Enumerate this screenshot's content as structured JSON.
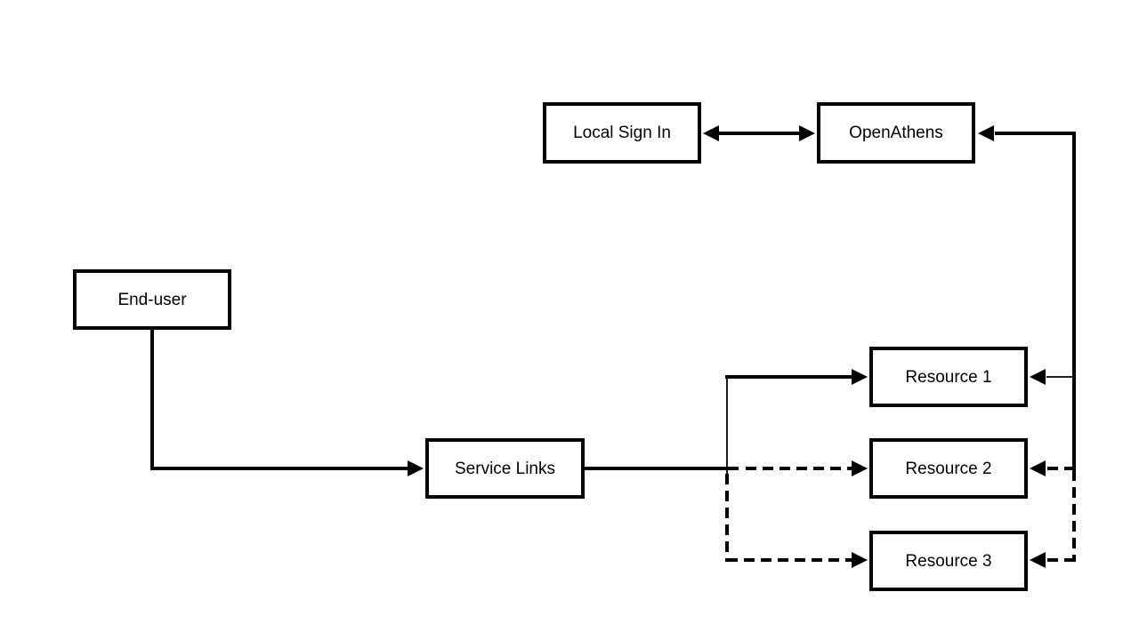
{
  "diagram": {
    "background_color": "#ffffff",
    "line_color": "#000000",
    "text_color": "#000000",
    "box_fill": "#ffffff",
    "box_border_color": "#000000"
  },
  "nodes": [
    {
      "id": "local-sign-in",
      "label": "Local Sign In"
    },
    {
      "id": "openathens",
      "label": "OpenAthens"
    },
    {
      "id": "end-user",
      "label": "End-user"
    },
    {
      "id": "service-links",
      "label": "Service Links"
    },
    {
      "id": "resource-1",
      "label": "Resource 1"
    },
    {
      "id": "resource-2",
      "label": "Resource 2"
    },
    {
      "id": "resource-3",
      "label": "Resource 3"
    }
  ],
  "edges": [
    {
      "from": "Local Sign In",
      "to": "OpenAthens",
      "style": "solid",
      "bidirectional": true
    },
    {
      "from": "End-user",
      "to": "Service Links",
      "style": "solid",
      "bidirectional": false
    },
    {
      "from": "Service Links",
      "to": "Resource 1",
      "style": "solid",
      "bidirectional": false
    },
    {
      "from": "Service Links",
      "to": "Resource 2",
      "style": "dashed",
      "bidirectional": false
    },
    {
      "from": "Service Links",
      "to": "Resource 3",
      "style": "dashed",
      "bidirectional": false
    },
    {
      "from": "Resource 1",
      "to": "OpenAthens",
      "style": "solid",
      "bidirectional": true,
      "note": "shared vertical rail on right side"
    },
    {
      "from": "OpenAthens",
      "to": "Resource 2",
      "style": "dashed",
      "bidirectional": false
    },
    {
      "from": "OpenAthens",
      "to": "Resource 3",
      "style": "dashed",
      "bidirectional": false
    }
  ]
}
